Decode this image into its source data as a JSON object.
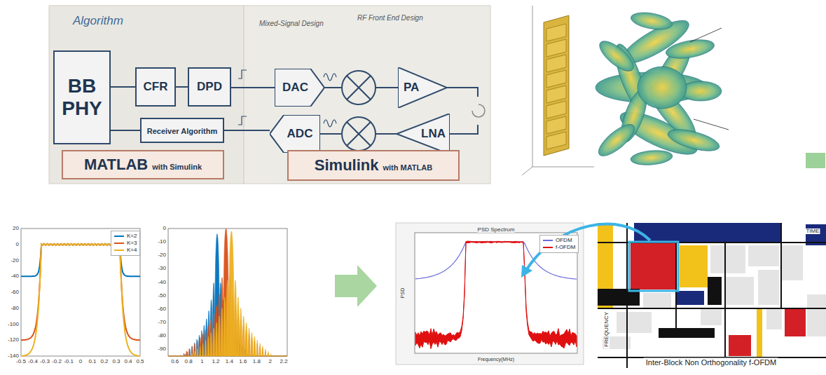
{
  "diagram": {
    "nodes": [
      {
        "text": [
          "Algorithm"
        ]
      },
      {
        "text": [
          "Mixed-Signal Design",
          "RF Front End Design"
        ]
      },
      {
        "text": [
          "BB PHY"
        ],
        "in": 0
      },
      {
        "text": [
          "CFR"
        ],
        "in": 0
      },
      {
        "text": [
          "DPD"
        ],
        "in": 0
      },
      {
        "text": [
          "Receiver Algorithm"
        ],
        "in": 0
      },
      {
        "text": [
          "MATLAB",
          "with Simulink"
        ],
        "in": 0
      },
      {
        "text": [
          "DAC"
        ],
        "in": 1
      },
      {
        "text": [
          "ADC"
        ],
        "in": 1
      },
      {
        "text": [
          "PA"
        ],
        "in": 1
      },
      {
        "text": [
          "LNA"
        ],
        "in": 1
      },
      {
        "text": [
          "Simulink",
          "with MATLAB"
        ],
        "in": 1
      }
    ],
    "edges": [
      {
        "from": 2,
        "to": 3,
        "arrow": "none"
      },
      {
        "from": 3,
        "to": 4,
        "arrow": "none"
      },
      {
        "from": 4,
        "to": 7,
        "arrow": "none"
      },
      {
        "from": 7,
        "to": 9,
        "arrow": "none"
      },
      {
        "from": 10,
        "to": 8,
        "arrow": "none"
      },
      {
        "from": 8,
        "to": 5,
        "arrow": "none"
      },
      {
        "from": 5,
        "to": 2,
        "arrow": "none"
      }
    ],
    "labels": [
      "20",
      "0",
      "-20",
      "-40",
      "-60",
      "-80",
      "-100",
      "-120",
      "-140",
      "-0.5",
      "-0.4",
      "-0.3",
      "-0.2",
      "-0.1",
      "0",
      "0.1",
      "0.2",
      "0.3",
      "0.4",
      "0.5",
      "0",
      "-10",
      "-20",
      "-30",
      "-40",
      "-50",
      "-60",
      "-70",
      "-80",
      "-90",
      "0.6",
      "0.8",
      "1",
      "1.2",
      "1.4",
      "1.6",
      "1.8",
      "2",
      "2.2",
      "PSD Spectrum",
      "Frequency(MHz)",
      "PSD",
      "TIME",
      "FREQUENCY",
      "Inter-Block Non Orthogonality f-OFDM"
    ],
    "legend": [
      {
        "text": "K=2",
        "color": "#0072bd"
      },
      {
        "text": "K=3",
        "color": "#d95319"
      },
      {
        "text": "K=4",
        "color": "#edb120"
      },
      {
        "text": "OFDM",
        "color": "#6b6bdc"
      },
      {
        "text": "f-OFDM",
        "color": "#e01010"
      }
    ]
  }
}
